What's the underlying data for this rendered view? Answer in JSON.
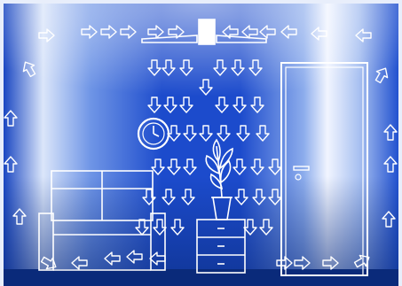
{
  "scene": {
    "colors": {
      "frame": "#e8eefb",
      "wall_deep": "#0d35a8",
      "wall_mid": "#2e62d8",
      "wall_light": "#c9dbf7",
      "wall_white": "#f4f8ff",
      "line": "#ffffff",
      "floor": "#0a2a7a"
    },
    "arrow_icon": "hollow-arrow",
    "fan_icon": "ceiling-fan",
    "clock_icon": "wall-clock",
    "plant_icon": "potted-plant",
    "sofa_icon": "sofa",
    "cabinet_icon": "drawer-cabinet",
    "door_icon": "door"
  }
}
